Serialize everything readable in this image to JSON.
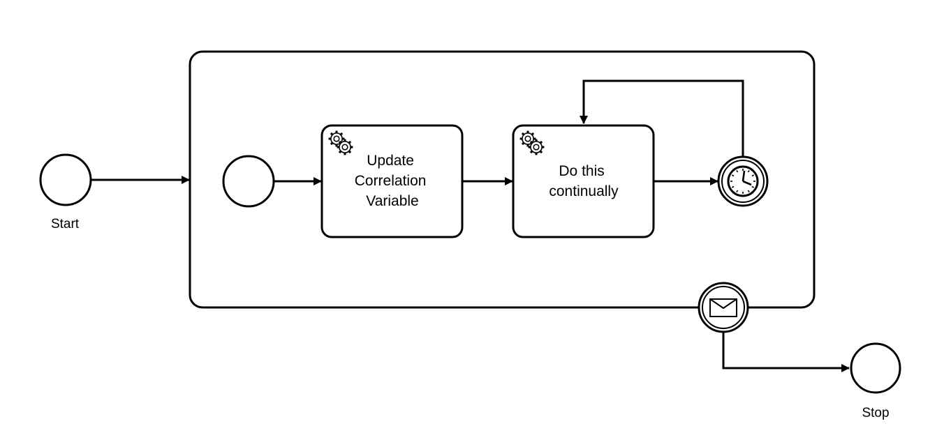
{
  "diagram": {
    "start_event": {
      "label": "Start",
      "icon": "none"
    },
    "end_event": {
      "label": "Stop",
      "icon": "none"
    },
    "subprocess": {
      "inner_start_event": {
        "icon": "none"
      },
      "task_update": {
        "icon": "gear-icon",
        "lines": [
          "Update",
          "Correlation",
          "Variable"
        ]
      },
      "task_continual": {
        "icon": "gear-icon",
        "lines": [
          "Do this",
          "continually"
        ]
      },
      "timer_event": {
        "icon": "clock-icon"
      }
    },
    "boundary_message_event": {
      "icon": "envelope-icon"
    }
  }
}
